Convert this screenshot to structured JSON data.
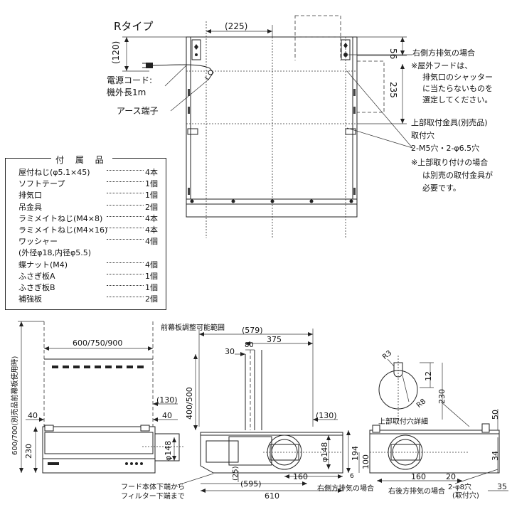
{
  "top": {
    "title": "Rタイプ",
    "dim_225": "(225)",
    "dim_120": "(120)",
    "dim_56": "56",
    "dim_235": "235",
    "cord_label": [
      "電源コード:",
      "機外長1m"
    ],
    "earth_label": "アース端子",
    "notes": {
      "right_exhaust": "右側方排気の場合",
      "outdoor_hood": [
        "※屋外フードは、",
        "排気口のシャッター",
        "に当たらないものを",
        "選定してください。"
      ],
      "top_fitting": [
        "上部取付金具(別売品)",
        "取付穴",
        "2-M5穴・2-φ6.5穴"
      ],
      "top_mount_note": [
        "※上部取り付けの場合",
        "は別売の取付金具が",
        "必要です。"
      ]
    }
  },
  "accessories": {
    "title": "付 属 品",
    "items": [
      {
        "name": "屋付ねじ(φ5.1×45)",
        "qty": "4本"
      },
      {
        "name": "ソフトテープ",
        "qty": "1個"
      },
      {
        "name": "排気口",
        "qty": "1個"
      },
      {
        "name": "吊金具",
        "qty": "2個"
      },
      {
        "name": "ラミメイトねじ(M4×8)",
        "qty": "4本"
      },
      {
        "name": "ラミメイトねじ(M4×16)",
        "qty": "4本"
      },
      {
        "name": "ワッシャー",
        "qty": "4個"
      },
      {
        "name": "(外径φ18,内径φ5.5)",
        "qty": ""
      },
      {
        "name": "蝶ナット(M4)",
        "qty": "4個"
      },
      {
        "name": "ふさぎ板A",
        "qty": "1個"
      },
      {
        "name": "ふさぎ板B",
        "qty": "1個"
      },
      {
        "name": "補強板",
        "qty": "2個"
      }
    ]
  },
  "front": {
    "width": "600/750/900",
    "vertical": "600/700(別売品前幕板使用時)",
    "dim_40_left": "40",
    "dim_40_right": "40",
    "dim_130": "(130)",
    "dim_230": "230",
    "dim_148": "φ148"
  },
  "side": {
    "front_panel_range": "前幕板調整可能範囲",
    "dim_579": "(579)",
    "dim_375": "375",
    "dim_30": "30",
    "dim_80": "80",
    "dim_400_500": "400/500",
    "dim_130": "(130)",
    "dim_148": "φ148",
    "dim_194": "194",
    "dim_100": "100",
    "dim_6": "6",
    "dim_25": "(25)",
    "dim_595": "(595)",
    "dim_160": "160",
    "dim_610": "610",
    "filter_note": [
      "フード本体下端から",
      "フィルター下端まで"
    ],
    "right_exhaust": "右側方排気の場合"
  },
  "detail": {
    "r3": "R3",
    "r8": "R8",
    "dim_12": "12",
    "dim_230": "230",
    "hole_detail": "上部取付穴詳細",
    "dim_50": "50",
    "dim_34": "34",
    "dim_160": "160",
    "dim_20": "20",
    "dim_35": "35",
    "holes": "2-φ8穴",
    "holes_sub": "(取付穴)",
    "rear_exhaust": "右後方排気の場合"
  }
}
